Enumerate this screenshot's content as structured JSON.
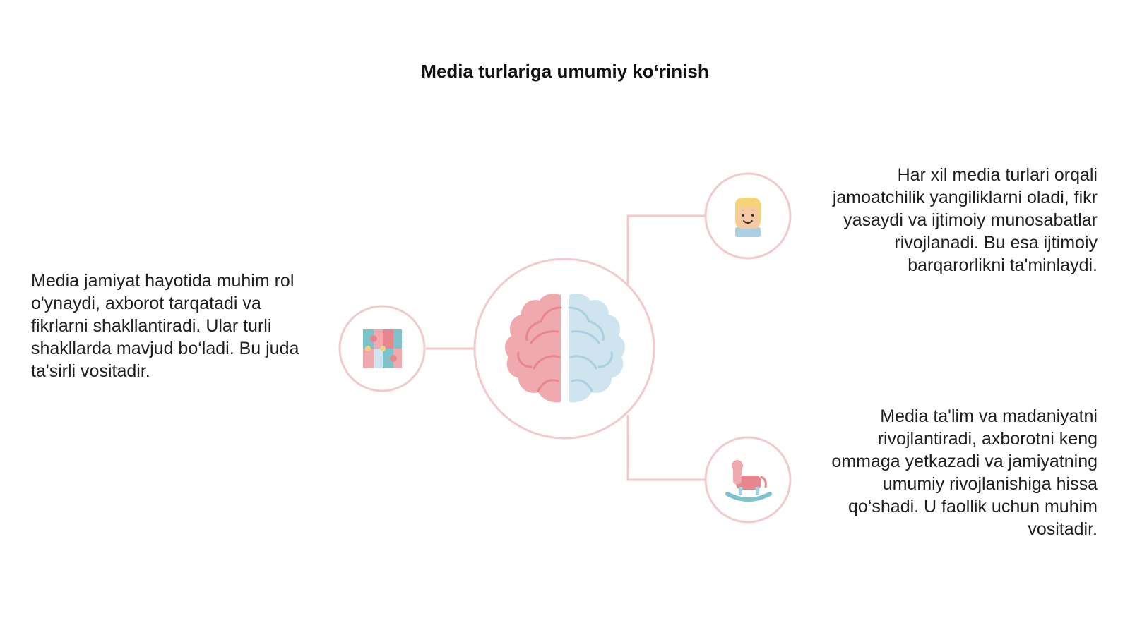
{
  "title": "Media turlariga umumiy ko‘rinish",
  "colors": {
    "connector": "#f2c9cd",
    "ring": "#f2c9cd",
    "pink": "#f0a9ae",
    "pink_dark": "#e8868e",
    "blue": "#cfe4ef",
    "blue_dark": "#a9cfe0",
    "teal": "#7cc4c9",
    "yellow": "#f5d37a"
  },
  "center": {
    "icon": "brain-icon"
  },
  "nodes": [
    {
      "id": "left",
      "icon": "puzzle-icon",
      "text": "Media jamiyat hayotida muhim rol o'ynaydi, axborot tarqatadi va fikrlarni shakllantiradi. Ular turli shakllarda mavjud bo‘ladi. Bu juda ta'sirli vositadir."
    },
    {
      "id": "top-right",
      "icon": "child-face-icon",
      "text": "Har xil media turlari orqali jamoatchilik yangiliklarni oladi, fikr yasaydi va ijtimoiy munosabatlar rivojlanadi. Bu esa ijtimoiy barqarorlikni ta'minlaydi."
    },
    {
      "id": "bottom-right",
      "icon": "rocking-horse-icon",
      "text": "Media ta'lim va madaniyatni rivojlantiradi, axborotni keng ommaga yetkazadi va jamiyatning umumiy rivojlanishiga hissa qo‘shadi. U faollik uchun muhim vositadir."
    }
  ]
}
